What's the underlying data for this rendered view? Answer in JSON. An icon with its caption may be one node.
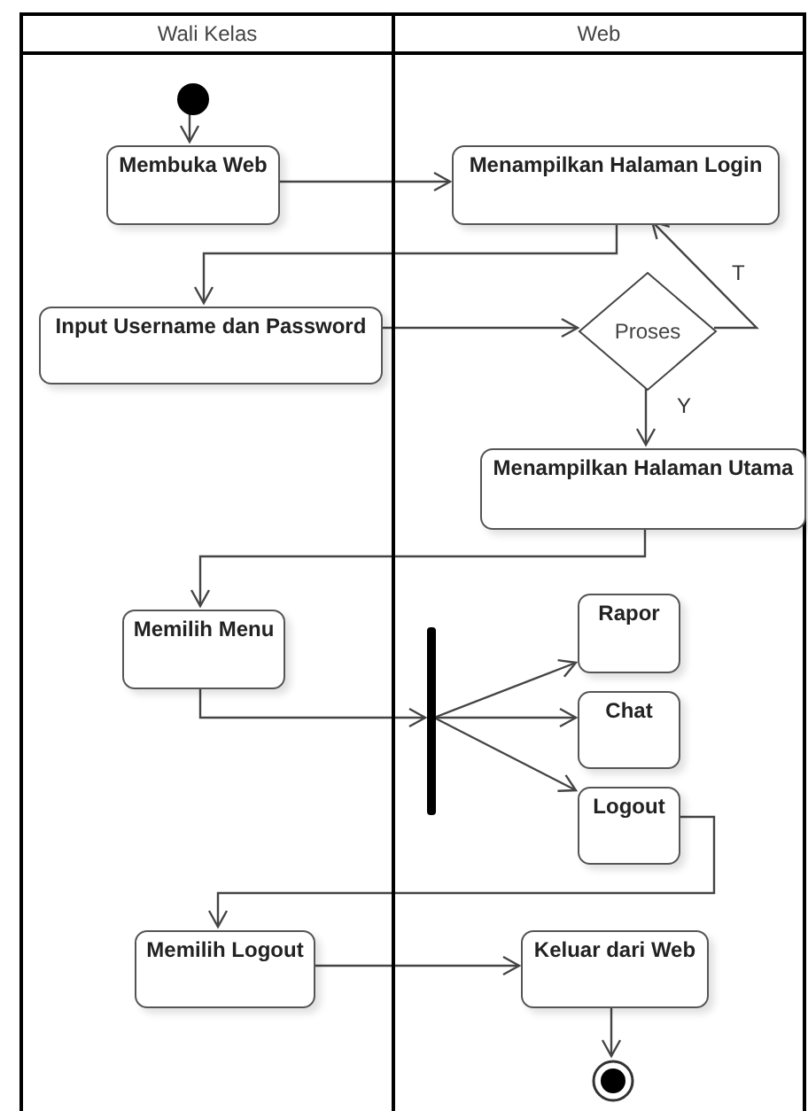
{
  "diagram": {
    "nodes": [
      {
        "text": [
          "Wali Kelas"
        ]
      },
      {
        "text": [
          "Web"
        ]
      },
      {
        "text": [],
        "shape": "circle",
        "in": 0
      },
      {
        "text": [
          "Membuka Web"
        ],
        "in": 0
      },
      {
        "text": [
          "Menampilkan Halaman Login"
        ],
        "in": 1
      },
      {
        "text": [
          "Input Username dan Password"
        ],
        "in": 0
      },
      {
        "text": [
          "Proses"
        ],
        "in": 1
      },
      {
        "text": [
          "Menampilkan Halaman Utama"
        ],
        "in": 1
      },
      {
        "text": [
          "Memilih Menu"
        ],
        "in": 0
      },
      {
        "text": [],
        "shape": "bar",
        "in": 1
      },
      {
        "text": [
          "Rapor"
        ],
        "in": 1
      },
      {
        "text": [
          "Chat"
        ],
        "in": 1
      },
      {
        "text": [
          "Logout"
        ],
        "in": 1
      },
      {
        "text": [
          "Memilih Logout"
        ],
        "in": 0
      },
      {
        "text": [
          "Keluar dari Web"
        ],
        "in": 1
      },
      {
        "text": [],
        "shape": "circle",
        "in": 1
      }
    ],
    "edges": [
      {
        "from": 2,
        "to": 3,
        "arrow": "to"
      },
      {
        "from": 3,
        "to": 4,
        "arrow": "to"
      },
      {
        "from": 4,
        "to": 5,
        "arrow": "to"
      },
      {
        "from": 5,
        "to": 6,
        "arrow": "to"
      },
      {
        "from": 6,
        "to": 4,
        "arrow": "to",
        "label": "T"
      },
      {
        "from": 6,
        "to": 7,
        "arrow": "to",
        "label": "Y"
      },
      {
        "from": 7,
        "to": 8,
        "arrow": "to"
      },
      {
        "from": 8,
        "to": 9,
        "arrow": "to"
      },
      {
        "from": 9,
        "to": 10,
        "arrow": "to"
      },
      {
        "from": 9,
        "to": 11,
        "arrow": "to"
      },
      {
        "from": 9,
        "to": 12,
        "arrow": "to"
      },
      {
        "from": 12,
        "to": 13,
        "arrow": "to"
      },
      {
        "from": 13,
        "to": 14,
        "arrow": "to"
      },
      {
        "from": 14,
        "to": 15,
        "arrow": "to"
      }
    ]
  }
}
